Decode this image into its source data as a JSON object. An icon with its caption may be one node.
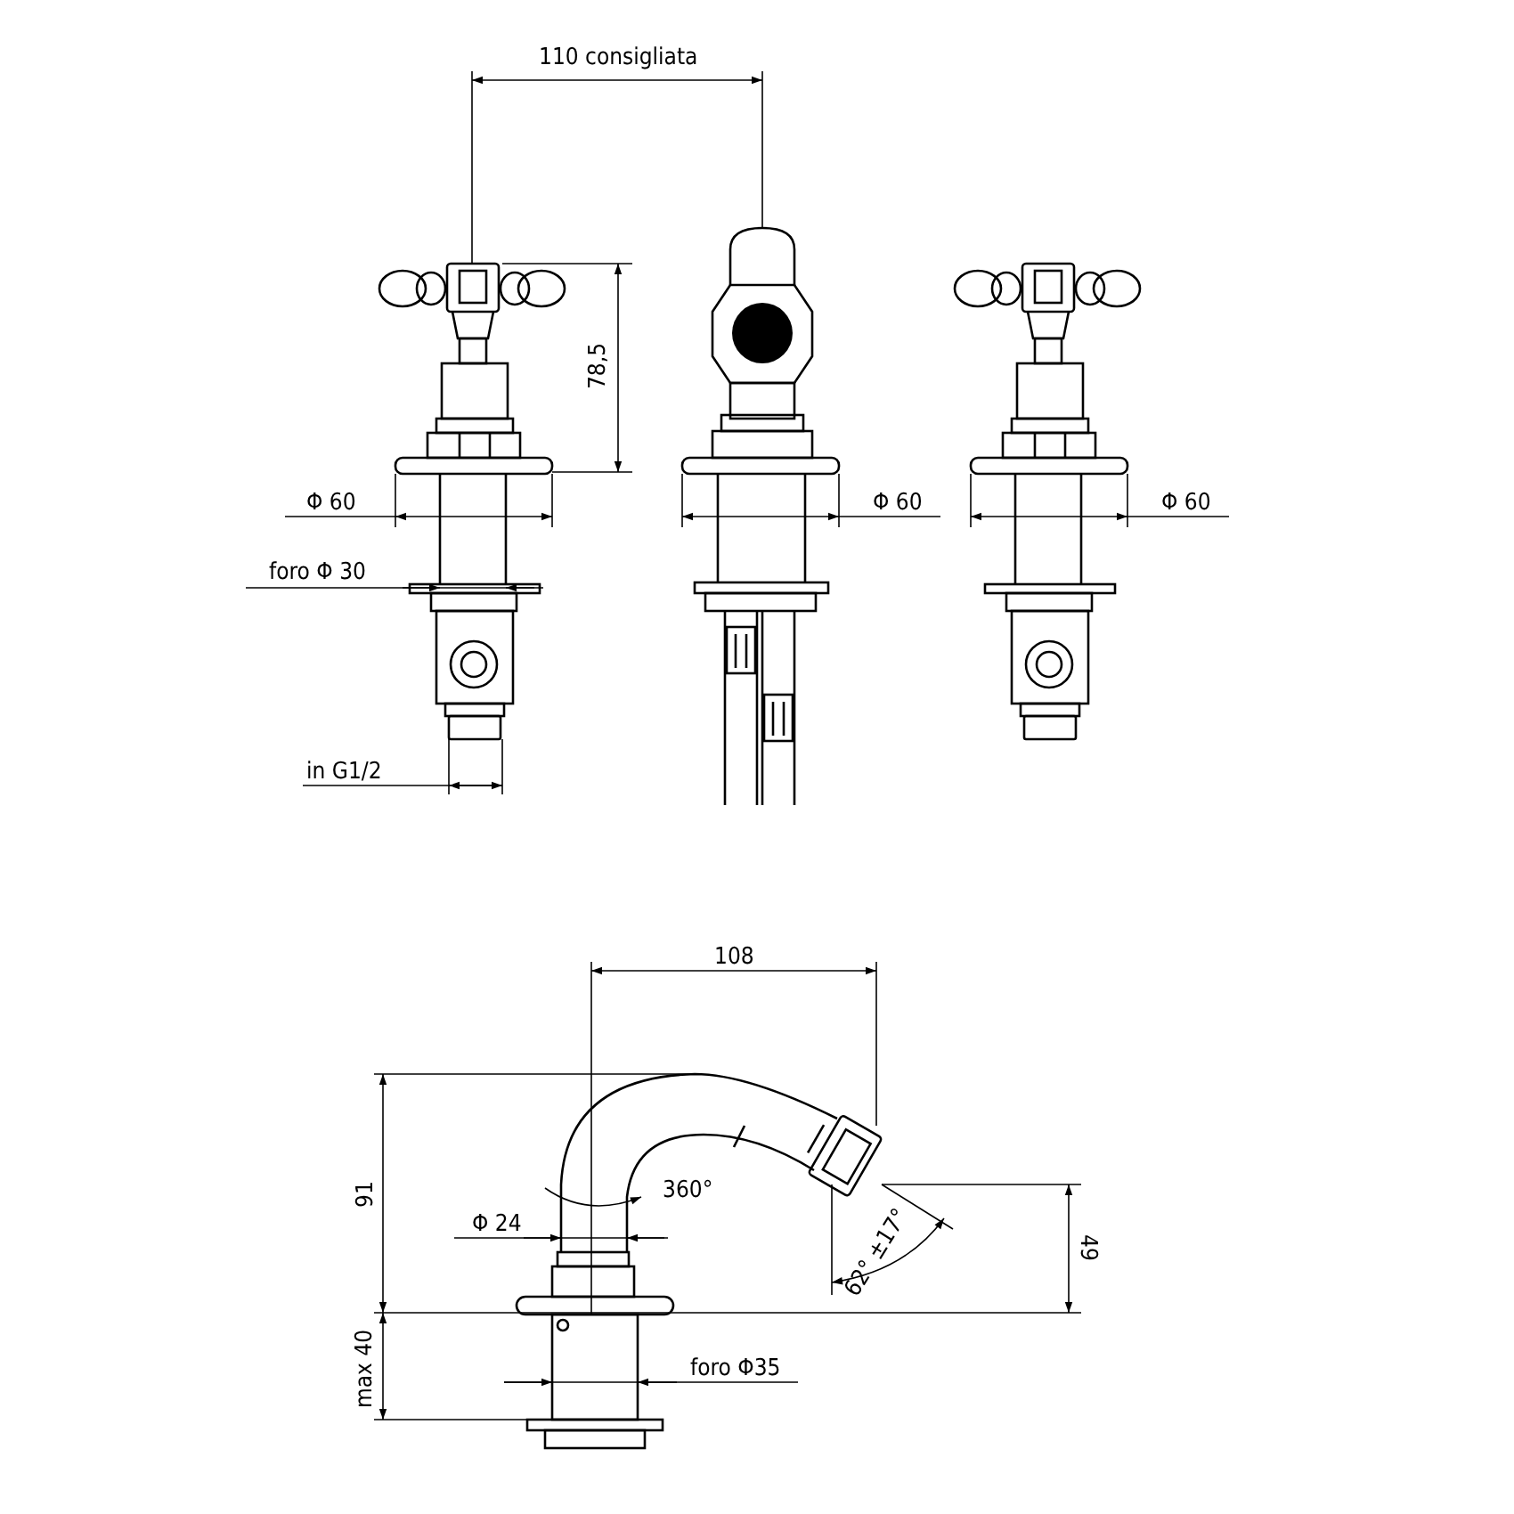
{
  "diagram": {
    "labels": [
      "110 consigliata",
      "78,5",
      "Φ 60",
      "Φ 60",
      "Φ 60",
      "foro Φ 30",
      "in G1/2",
      "108",
      "91",
      "360°",
      "Φ 24",
      "62° ±17°",
      "49",
      "max 40",
      "foro Φ35"
    ]
  }
}
